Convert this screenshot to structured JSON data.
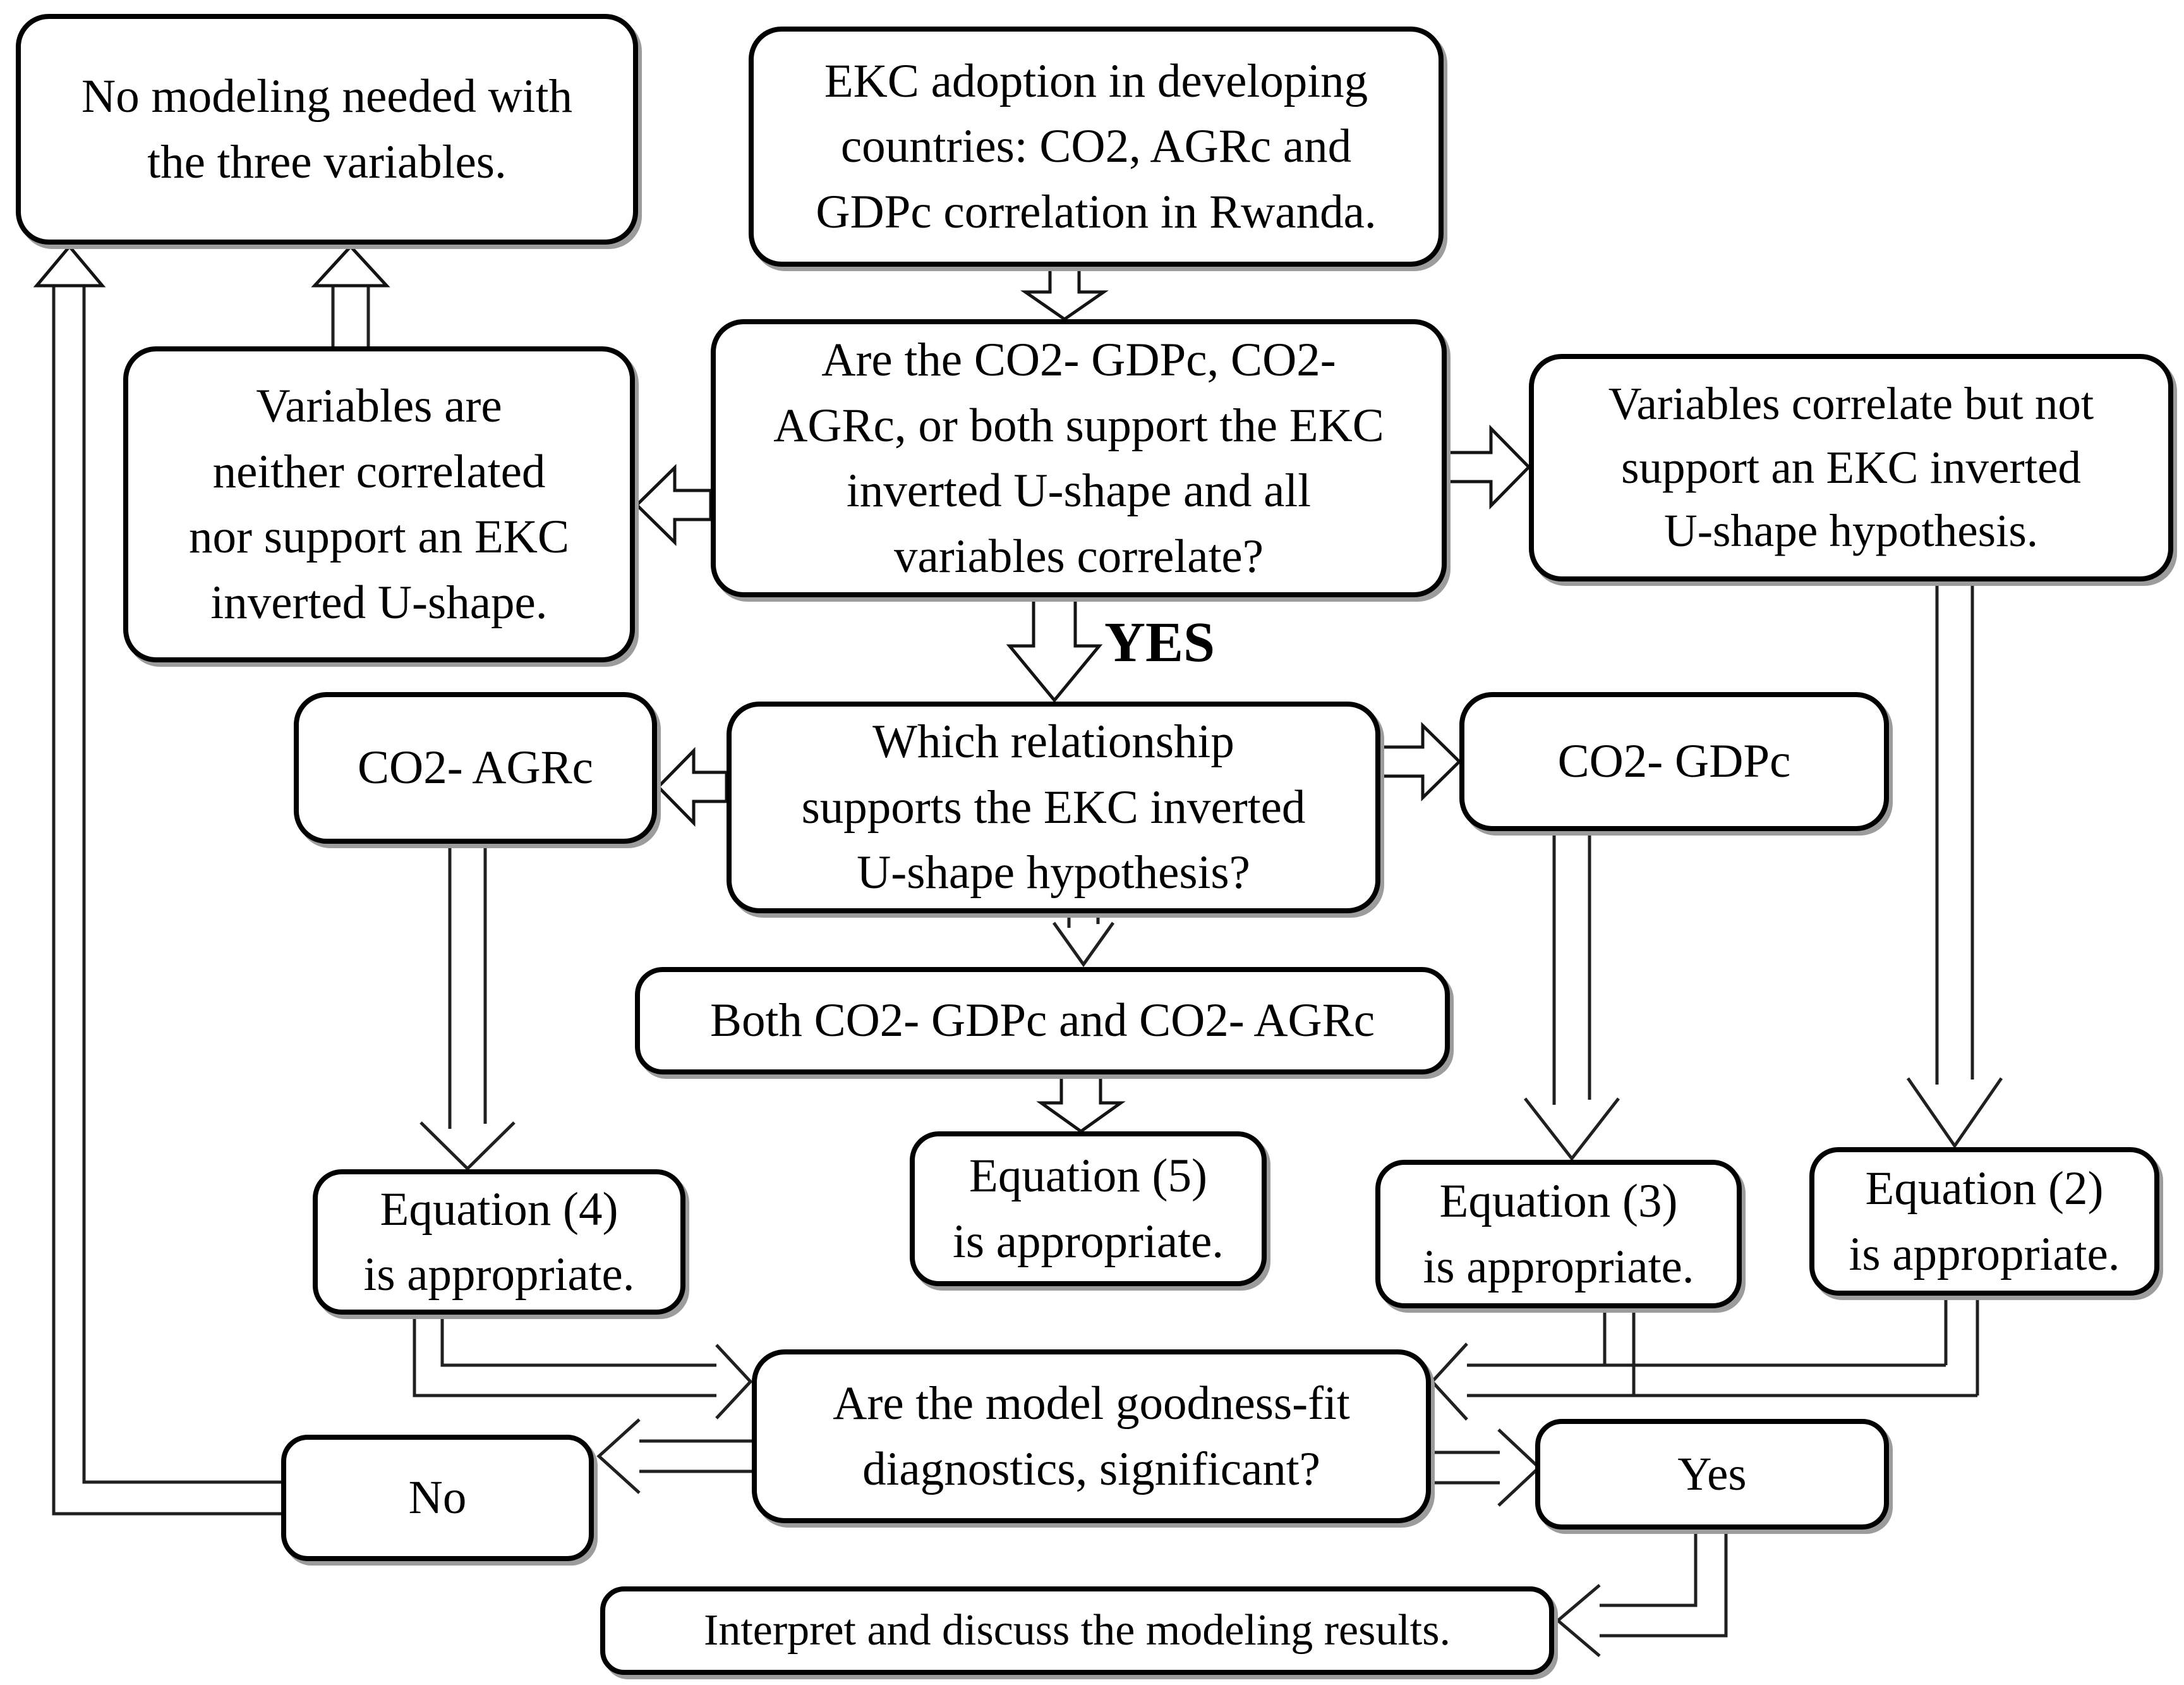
{
  "diagram": {
    "type": "flowchart",
    "background_color": "#ffffff",
    "box_border_color": "#000000",
    "box_fill_color": "#ffffff",
    "shadow_color": "#9c9c9c",
    "branch_labels": {
      "yes": "YES"
    },
    "nodes": {
      "no_modeling": {
        "lines": [
          "No modeling needed with",
          "the three variables."
        ]
      },
      "ekc_adoption": {
        "lines": [
          "EKC adoption in developing",
          "countries: CO2, AGRc and",
          "GDPc correlation in Rwanda."
        ]
      },
      "neither": {
        "lines": [
          "Variables are",
          "neither correlated",
          "nor support an EKC",
          "inverted U-shape."
        ]
      },
      "are_support": {
        "lines": [
          "Are the CO2- GDPc, CO2-",
          "AGRc, or both support the EKC",
          "inverted U-shape and all",
          "variables correlate?"
        ]
      },
      "correlate_not_support": {
        "lines": [
          "Variables correlate but not",
          "support an EKC inverted",
          "U-shape hypothesis."
        ]
      },
      "co2_agrc": {
        "lines": [
          "CO2- AGRc"
        ]
      },
      "which_relationship": {
        "lines": [
          "Which relationship",
          "supports the EKC inverted",
          "U-shape hypothesis?"
        ]
      },
      "co2_gdpc": {
        "lines": [
          "CO2- GDPc"
        ]
      },
      "both_relationships": {
        "lines": [
          "Both CO2- GDPc and CO2- AGRc"
        ]
      },
      "eq4": {
        "lines": [
          "Equation (4)",
          "is appropriate."
        ]
      },
      "eq5": {
        "lines": [
          "Equation (5)",
          "is appropriate."
        ]
      },
      "eq3": {
        "lines": [
          "Equation (3)",
          "is appropriate."
        ]
      },
      "eq2": {
        "lines": [
          "Equation (2)",
          "is appropriate."
        ]
      },
      "goodness_fit": {
        "lines": [
          "Are the model goodness-fit",
          "diagnostics, significant?"
        ]
      },
      "no": {
        "lines": [
          "No"
        ]
      },
      "yes": {
        "lines": [
          "Yes"
        ]
      },
      "interpret": {
        "lines": [
          "Interpret and discuss the modeling results."
        ]
      }
    }
  }
}
